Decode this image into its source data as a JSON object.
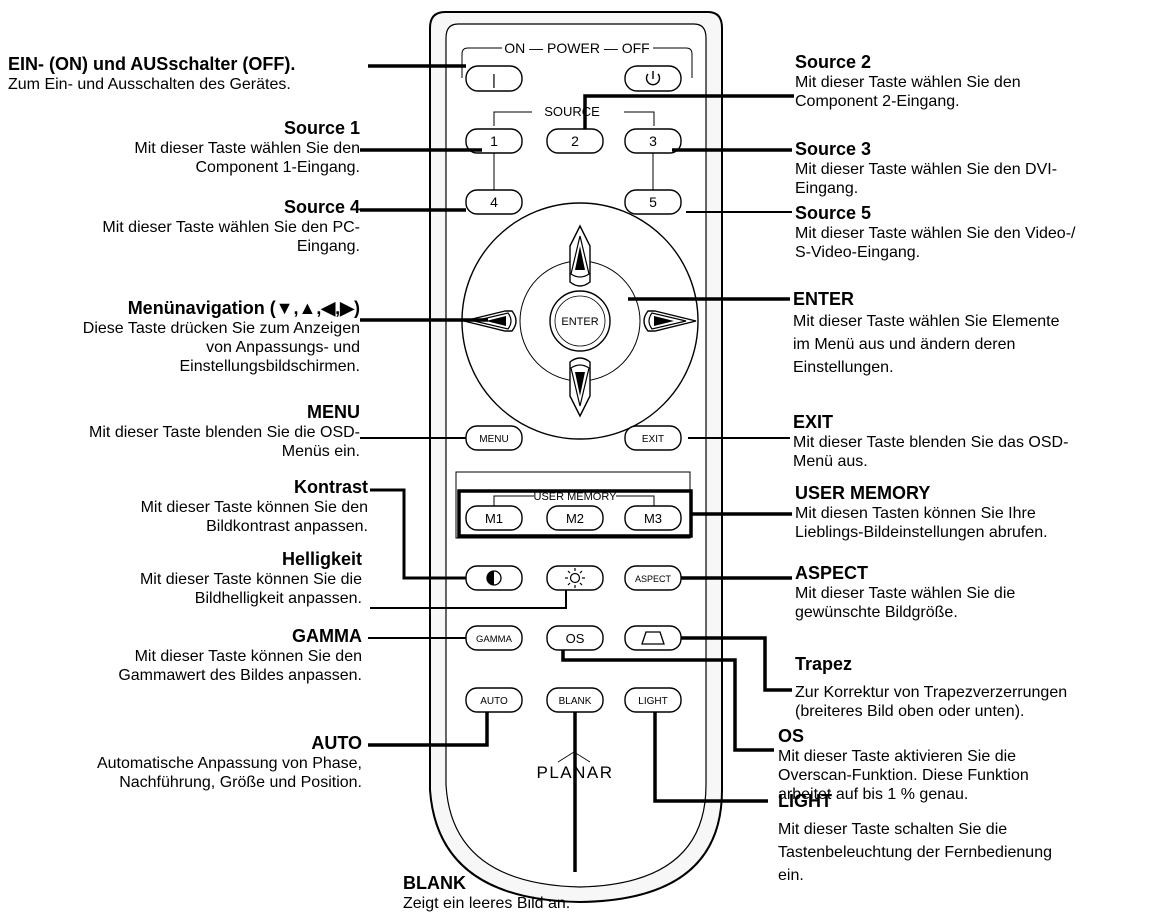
{
  "remote": {
    "power_group": "ON — POWER — OFF",
    "source_group": "SOURCE",
    "user_memory_group": "USER MEMORY",
    "brand": "PLANAR",
    "buttons": {
      "on": "|",
      "s1": "1",
      "s2": "2",
      "s3": "3",
      "s4": "4",
      "s5": "5",
      "enter": "ENTER",
      "menu": "MENU",
      "exit": "EXIT",
      "m1": "M1",
      "m2": "M2",
      "m3": "M3",
      "aspect": "ASPECT",
      "gamma": "GAMMA",
      "os": "OS",
      "auto": "AUTO",
      "blank": "BLANK",
      "light": "LIGHT"
    }
  },
  "labels": {
    "power": {
      "title": "EIN- (ON) und AUSschalter (OFF).",
      "desc": [
        "Zum Ein- und Ausschalten des Gerätes."
      ]
    },
    "source1": {
      "title": "Source 1",
      "desc": [
        "Mit dieser Taste wählen Sie den",
        "Component 1-Eingang."
      ]
    },
    "source4": {
      "title": "Source 4",
      "desc": [
        "Mit dieser Taste wählen Sie den PC-",
        "Eingang."
      ]
    },
    "menunav": {
      "title": "Menünavigation  (▼,▲,◀,▶)",
      "desc": [
        "Diese Taste drücken Sie zum Anzeigen",
        "von Anpassungs- und",
        "Einstellungsbildschirmen."
      ]
    },
    "menu": {
      "title": "MENU",
      "desc": [
        "Mit dieser Taste blenden Sie die OSD-",
        "Menüs ein."
      ]
    },
    "kontrast": {
      "title": "Kontrast",
      "desc": [
        "Mit dieser Taste können Sie den",
        "Bildkontrast anpassen."
      ]
    },
    "helligkeit": {
      "title": "Helligkeit",
      "desc": [
        "Mit dieser Taste können Sie die",
        "Bildhelligkeit anpassen."
      ]
    },
    "gamma": {
      "title": "GAMMA",
      "desc": [
        "Mit dieser Taste können Sie den",
        "Gammawert des Bildes anpassen."
      ]
    },
    "auto": {
      "title": "AUTO",
      "desc": [
        "Automatische Anpassung von Phase,",
        "Nachführung, Größe und Position."
      ]
    },
    "blank": {
      "title": "BLANK",
      "desc": [
        "Zeigt ein leeres Bild an."
      ]
    },
    "source2": {
      "title": "Source 2",
      "desc": [
        "Mit dieser Taste wählen Sie den",
        "Component 2-Eingang."
      ]
    },
    "source3": {
      "title": "Source 3",
      "desc": [
        "Mit dieser Taste wählen Sie den DVI-",
        "Eingang."
      ]
    },
    "source5": {
      "title": "Source 5",
      "desc": [
        "Mit dieser Taste wählen Sie den Video-/",
        "S-Video-Eingang."
      ]
    },
    "enter": {
      "title": "ENTER",
      "desc": [
        "Mit dieser Taste wählen Sie Elemente",
        "im Menü aus und ändern deren",
        "Einstellungen."
      ]
    },
    "exit": {
      "title": "EXIT",
      "desc": [
        "Mit dieser Taste blenden Sie das OSD-",
        "Menü aus."
      ]
    },
    "usermemory": {
      "title": "USER MEMORY",
      "desc": [
        "Mit diesen Tasten können Sie Ihre",
        "Lieblings-Bildeinstellungen abrufen."
      ]
    },
    "aspect": {
      "title": "ASPECT",
      "desc": [
        "Mit dieser Taste wählen Sie die",
        "gewünschte Bildgröße."
      ]
    },
    "trapez": {
      "title": "Trapez",
      "desc": [
        "Zur Korrektur von Trapezverzerrungen",
        "(breiteres Bild oben oder unten)."
      ]
    },
    "os": {
      "title": "OS",
      "desc": [
        "Mit dieser Taste aktivieren Sie die",
        "Overscan-Funktion. Diese Funktion",
        "arbeitet auf bis 1 % genau."
      ]
    },
    "light": {
      "title": "LIGHT",
      "desc": [
        "Mit dieser Taste schalten Sie die",
        "Tastenbeleuchtung der Fernbedienung",
        "ein."
      ]
    }
  }
}
